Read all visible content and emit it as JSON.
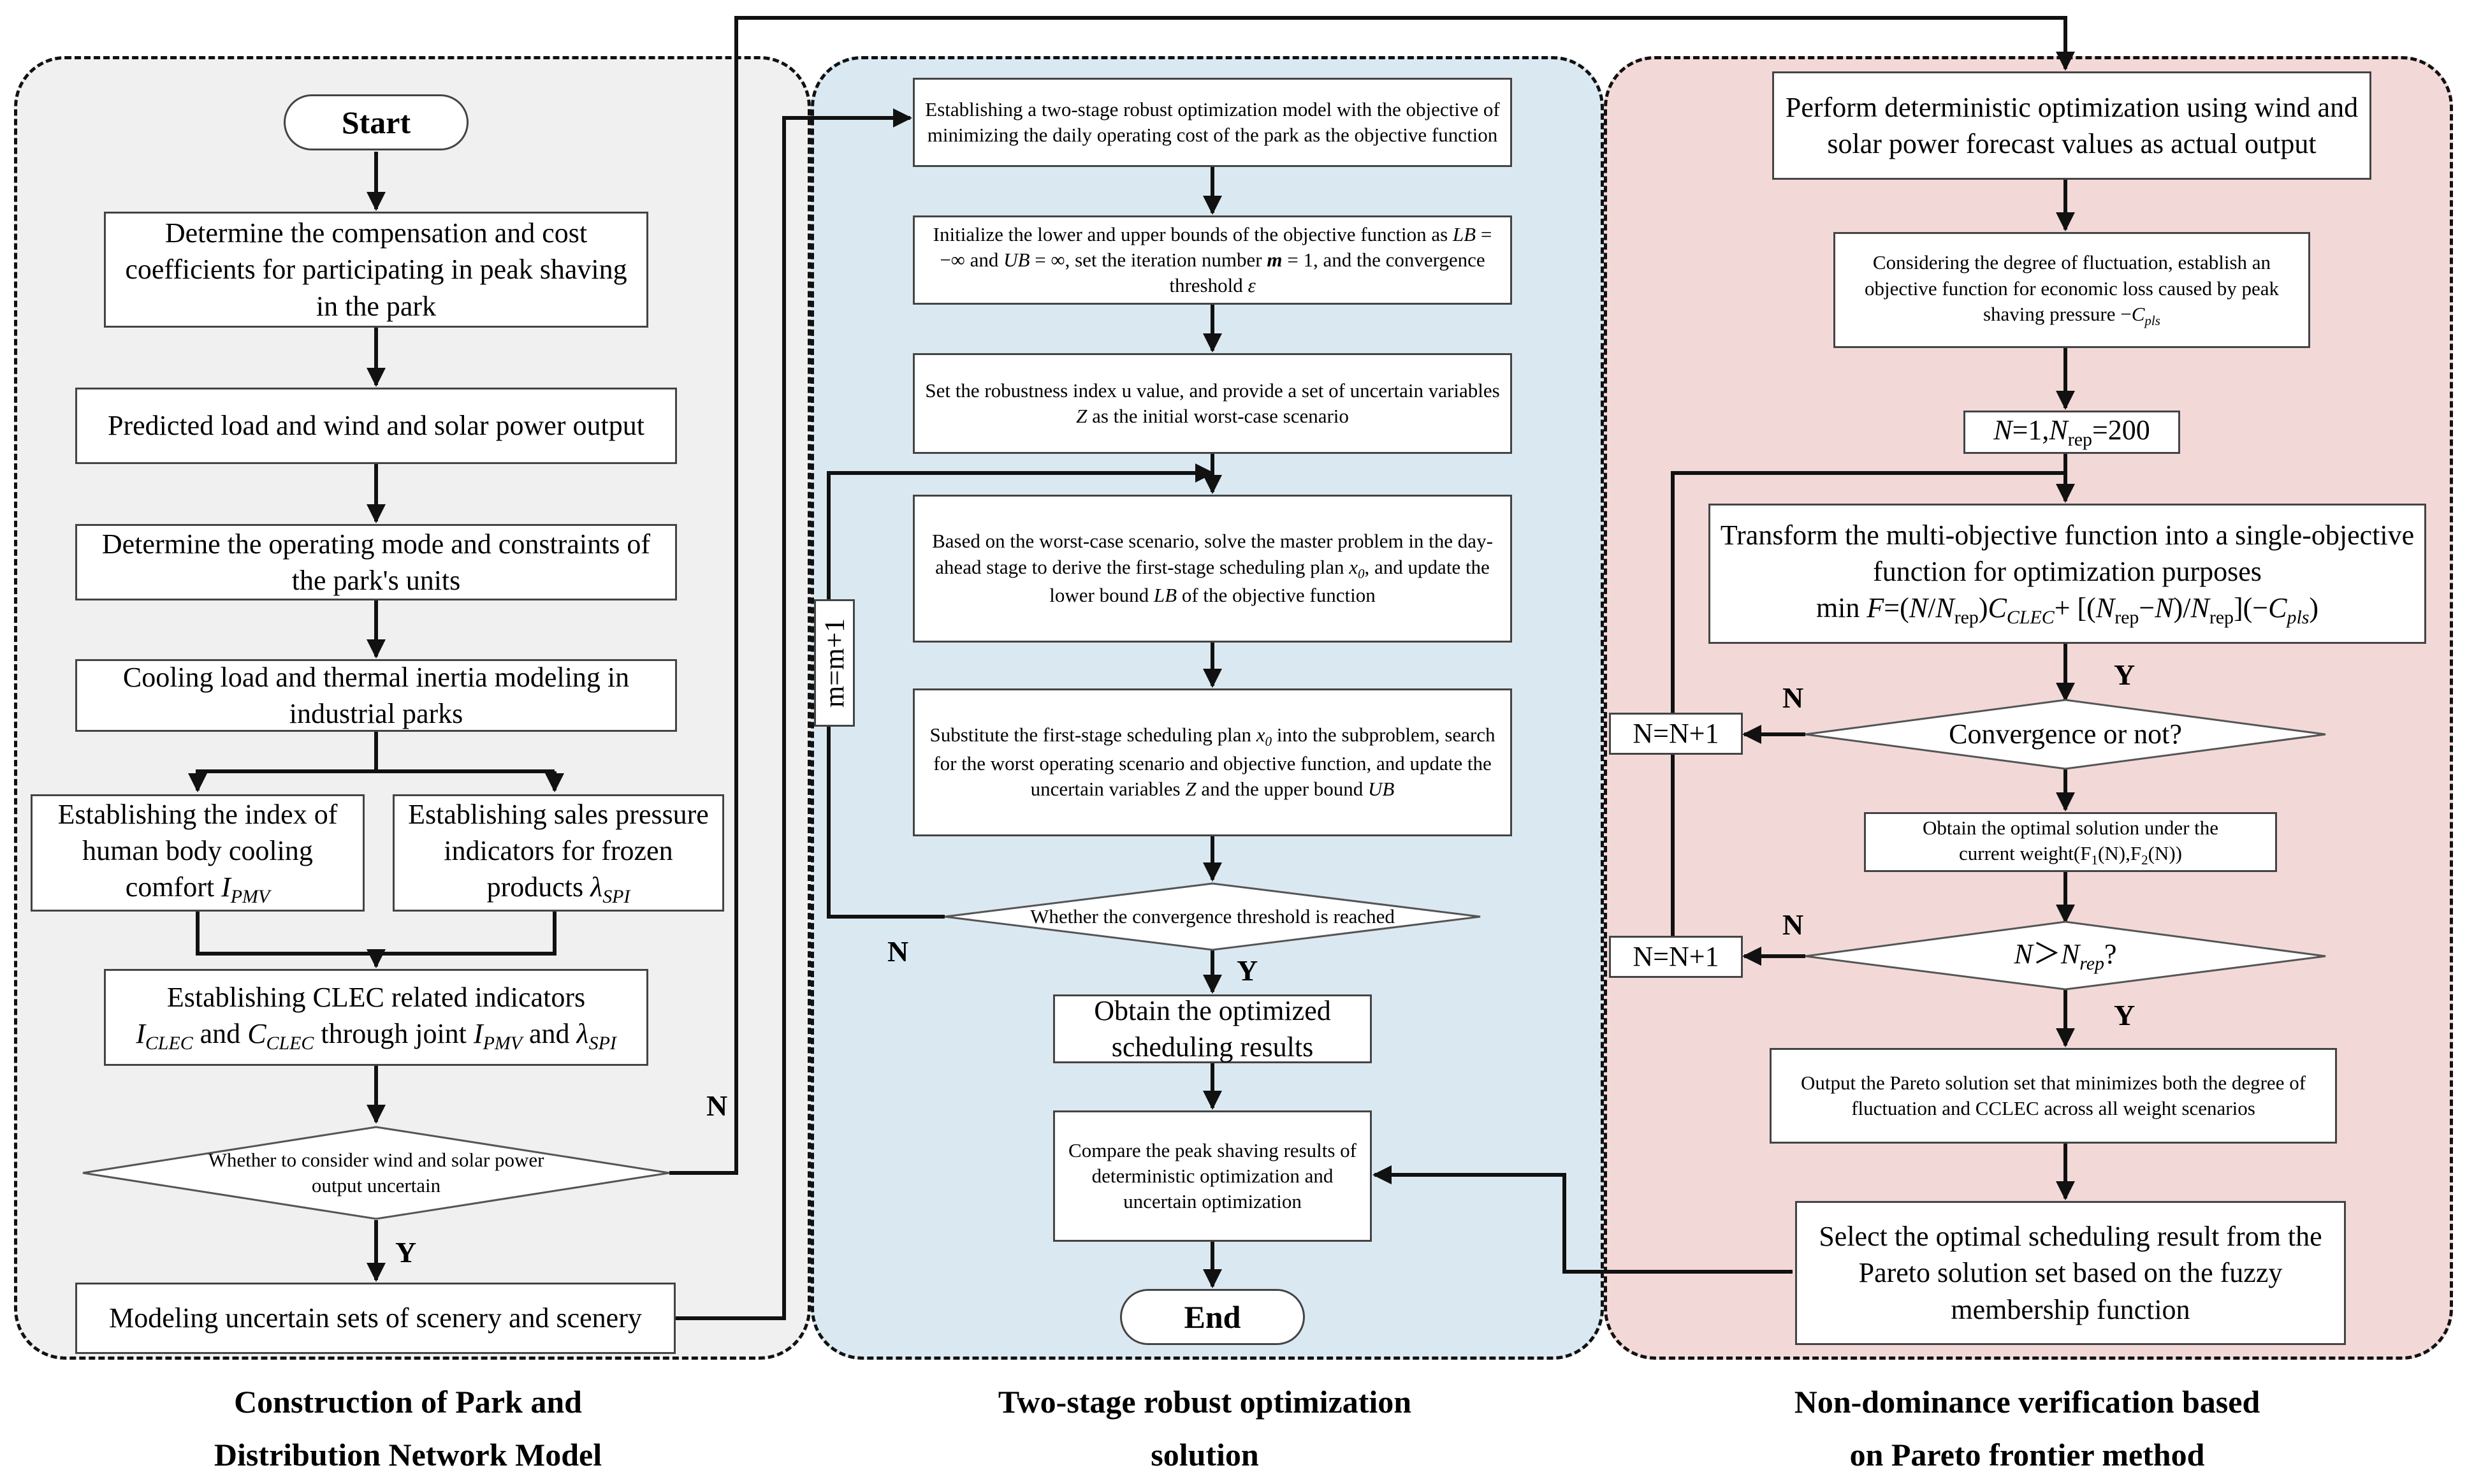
{
  "panels": {
    "left_title_1": "Construction of Park and",
    "left_title_2": "Distribution Network Model",
    "middle_title_1": "Two-stage robust optimization",
    "middle_title_2": "solution",
    "right_title_1": "Non-dominance verification based",
    "right_title_2": "on Pareto frontier method",
    "colors": {
      "left_fill": "#f0f0f0",
      "middle_fill": "#dae9f1",
      "right_fill": "#f2d9d8"
    }
  },
  "left": {
    "start": "Start",
    "b1": "Determine the compensation and cost coefficients for participating in peak shaving in the park",
    "b2": "Predicted load and wind and solar power output",
    "b3": "Determine the operating mode and constraints of the park's units",
    "b4": "Cooling load and thermal inertia modeling in industrial parks",
    "b5a": "Establishing the index of human body cooling comfort ",
    "b5a_var": "I",
    "b5a_sub": "PMV",
    "b5b": "Establishing sales pressure indicators for frozen products ",
    "b5b_var": "λ",
    "b5b_sub": "SPI",
    "b6_line1": "Establishing CLEC related indicators",
    "b6_i": "I",
    "b6_i_sub": "CLEC",
    "b6_and": " and ",
    "b6_c": "C",
    "b6_c_sub": "CLEC",
    "b6_through": " through joint ",
    "b6_pmv": "I",
    "b6_pmv_sub": "PMV",
    "b6_and2": " and ",
    "b6_lam": "λ",
    "b6_lam_sub": "SPI",
    "decision": "Whether to consider wind and solar power output uncertain",
    "n_label": "N",
    "y_label": "Y",
    "b7": "Modeling uncertain sets of scenery and scenery"
  },
  "middle": {
    "m1": "Establishing a two-stage robust optimization model with the objective of minimizing the daily operating cost of the park as the objective function",
    "m2_a": "Initialize the lower and upper bounds of the objective function as ",
    "m2_lb": "LB",
    "m2_b": " = −∞ and ",
    "m2_ub": "UB",
    "m2_c": " = ∞, set the iteration number ",
    "m2_m": "m",
    "m2_d": " = 1, and the convergence threshold ",
    "m2_eps": "ε",
    "m3_a": "Set the robustness index u value, and provide a set of uncertain variables ",
    "m3_z": "Z",
    "m3_b": " as the initial worst-case scenario",
    "m4_a": "Based on the worst-case scenario, solve the master problem in the day-ahead stage to derive the first-stage scheduling plan ",
    "m4_x": "x",
    "m4_x_sub": "0",
    "m4_b": ", and update the lower bound ",
    "m4_lb": "LB",
    "m4_c": " of the objective function",
    "m5_a": "Substitute the first-stage scheduling plan ",
    "m5_x": "x",
    "m5_x_sub": "0",
    "m5_b": " into the subproblem, search for the worst operating scenario and objective function, and update the uncertain variables ",
    "m5_z": "Z",
    "m5_c": " and the upper bound ",
    "m5_ub": "UB",
    "decision": "Whether the convergence threshold is reached",
    "loop": "m=m+1",
    "n_label": "N",
    "y_label": "Y",
    "m6": "Obtain the optimized scheduling results",
    "m7": "Compare the peak shaving results of deterministic optimization and uncertain optimization",
    "end": "End"
  },
  "right": {
    "r1": "Perform deterministic optimization using wind and solar power forecast values as actual output",
    "r2_a": "Considering the degree of fluctuation, establish an objective function for economic loss caused by peak shaving pressure −",
    "r2_c": "C",
    "r2_sub": "pls",
    "r3_n": "N",
    "r3_eq1": "=1,",
    "r3_nrep": "N",
    "r3_rep": "rep",
    "r3_eq2": "=200",
    "r4_line1": "Transform the multi-objective function into a single-objective function for optimization purposes",
    "r4_min": "min ",
    "r4_F": "F",
    "r4_eq": "=(",
    "r4_N": "N",
    "r4_slash": "/",
    "r4_N2": "N",
    "r4_rep": "rep",
    "r4_close": ")",
    "r4_C": "C",
    "r4_Csub": "CLEC",
    "r4_plus": "+ [(",
    "r4_N3": "N",
    "r4_rep2": "rep",
    "r4_minus": "−",
    "r4_N4": "N",
    "r4_slash2": ")/",
    "r4_N5": "N",
    "r4_rep3": "rep",
    "r4_tail": "](−",
    "r4_C2": "C",
    "r4_pls": "pls",
    "r4_end": ")",
    "d1": "Convergence or not?",
    "n_update_1": "N=N+1",
    "n_update_2": "N=N+1",
    "r5_line1": "Obtain the optimal solution under the",
    "r5_line2": "current weight(F",
    "r5_sub1": "1",
    "r5_mid": "(N),F",
    "r5_sub2": "2",
    "r5_end": "(N))",
    "d2_n": "N",
    "d2_gt": "＞",
    "d2_nrep": "N",
    "d2_rep": "rep",
    "d2_q": "?",
    "r6": "Output the Pareto solution set that minimizes both the degree of fluctuation and CCLEC across all weight scenarios",
    "r7": "Select the optimal scheduling result from the Pareto solution set based on the fuzzy membership function",
    "n_label_1": "N",
    "y_label_1": "Y",
    "n_label_2": "N",
    "y_label_2": "Y"
  }
}
